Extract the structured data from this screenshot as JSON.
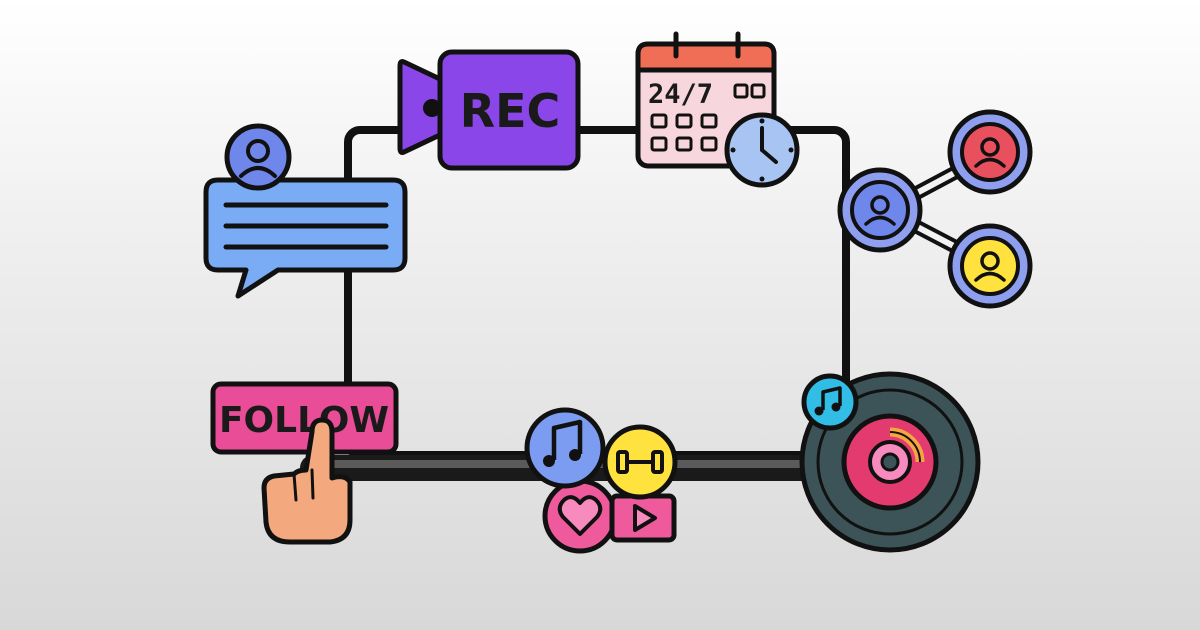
{
  "labels": {
    "rec": "REC",
    "schedule": "24/7",
    "follow": "FOLLOW"
  },
  "colors": {
    "outline": "#111111",
    "rec_purple": "#8a46e8",
    "chat_blue": "#7aabf5",
    "follow_pink": "#e94d97",
    "calendar_red": "#f06e55",
    "calendar_paper": "#f7d6dd",
    "clock_blue": "#a8c4f2",
    "avatar_blue": "#6f86ea",
    "avatar_red": "#e8505e",
    "avatar_yellow": "#ffe23e",
    "music_blue": "#7b9cf0",
    "dumbbell_yellow": "#ffe23e",
    "heart_pink": "#ef5a9c",
    "vinyl_dark": "#3c5457",
    "vinyl_accent": "#e33a6f",
    "vinyl_orange": "#f5a640",
    "note_badge": "#32bde6",
    "hand_skin": "#f4a87e"
  },
  "icons": [
    "user-avatar-icon",
    "chat-bubble-icon",
    "video-camera-icon",
    "calendar-icon",
    "clock-icon",
    "share-network-icon",
    "follow-button-icon",
    "pointing-hand-icon",
    "music-note-icon",
    "dumbbell-icon",
    "heart-icon",
    "play-icon",
    "vinyl-record-icon"
  ]
}
